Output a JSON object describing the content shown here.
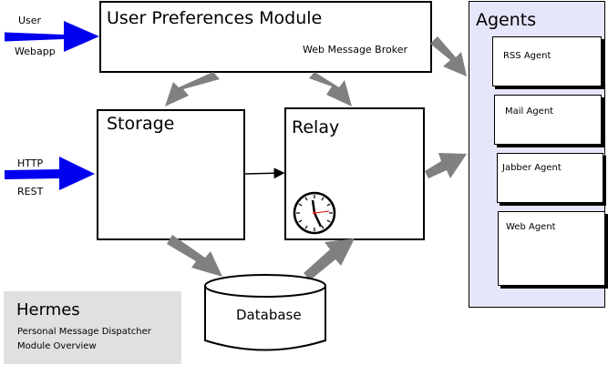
{
  "inputs": {
    "user": "User",
    "webapp": "Webapp",
    "http": "HTTP",
    "rest": "REST"
  },
  "upm": {
    "title": "User Preferences Module",
    "subtitle": "Web Message Broker"
  },
  "storage": {
    "title": "Storage"
  },
  "relay": {
    "title": "Relay"
  },
  "database": {
    "label": "Database"
  },
  "agents": {
    "title": "Agents",
    "items": [
      "RSS Agent",
      "Mail Agent",
      "Jabber Agent",
      "Web Agent"
    ]
  },
  "legend": {
    "title": "Hermes",
    "line1": "Personal Message Dispatcher",
    "line2": "Module Overview"
  },
  "colors": {
    "input_arrow": "#0000ee",
    "flow_arrow": "#808080",
    "agents_panel": "#e6e6fa",
    "legend_bg": "#e0e0e0"
  }
}
